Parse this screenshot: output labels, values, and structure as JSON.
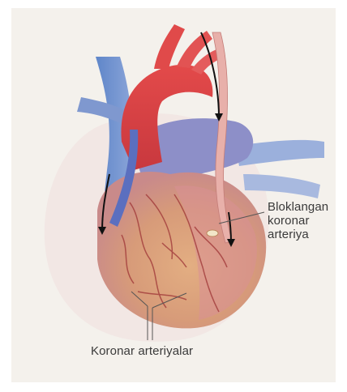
{
  "labels": {
    "blocked_artery": [
      "Bloklangan",
      "koronar",
      "arteriya"
    ],
    "coronary_arteries": "Koronar arteriyalar"
  },
  "colors": {
    "background": "#f4f1ec",
    "heart_muscle": "#d9a27a",
    "aorta_red": "#d8454a",
    "vein_blue": "#6f8fc8",
    "graft_pink": "#e9b7b2",
    "arrow": "#111111",
    "label_text": "#3a3a3a"
  }
}
